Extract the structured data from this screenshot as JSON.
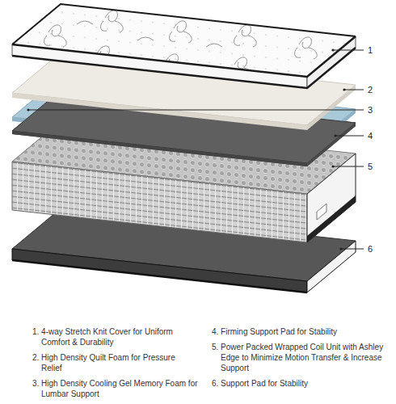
{
  "diagram": {
    "labels": [
      "1",
      "2",
      "3",
      "4",
      "5",
      "6",
      "1. 4-way Stretch Knit Cover for Uniform Comfort & Durability",
      "2. High Density Quilt Foam for Pressure Relief",
      "3. High Density Cooling Gel Memory Foam for Lumbar Support",
      "4. Firming Support Pad for Stability",
      "5. Power Packed Wrapped Coil Unit with Ashley Edge to Minimize Motion Transfer & Increase Support",
      "6. Support Pad for Stability"
    ]
  }
}
